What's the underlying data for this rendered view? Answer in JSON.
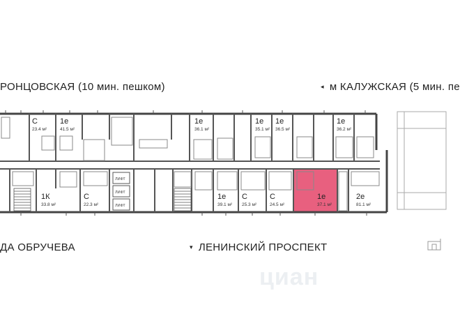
{
  "streets": {
    "top_left": "РОНЦОВСКАЯ  (10 мин. пешком)",
    "top_right": "м КАЛУЖСКАЯ (5 мин. пе",
    "bottom_left": "ДА ОБРУЧЕВА",
    "bottom_center": "ЛЕНИНСКИЙ ПРОСПЕКТ"
  },
  "icons": {
    "direction_left": "◂",
    "direction_down": "▾"
  },
  "lift_label": "ЛИФТ",
  "watermark": "циан",
  "apartments": [
    {
      "type": "С",
      "area": "23.4 м²"
    },
    {
      "type": "1е",
      "area": "41.5 м²"
    },
    {
      "type": "1е",
      "area": "36.1 м²"
    },
    {
      "type": "1е",
      "area": "35.1 м²"
    },
    {
      "type": "1е",
      "area": "36.5 м²"
    },
    {
      "type": "1е",
      "area": "36.2 м²"
    },
    {
      "type": "1К",
      "area": "33.8 м²"
    },
    {
      "type": "С",
      "area": "22.3 м²"
    },
    {
      "type": "1е",
      "area": "39.1 м²"
    },
    {
      "type": "С",
      "area": "25.3 м²"
    },
    {
      "type": "С",
      "area": "24.5 м²"
    },
    {
      "type": "1е",
      "area": "37.1 м²"
    },
    {
      "type": "2е",
      "area": "81.1 м²"
    }
  ],
  "highlight_color": "#e8607f"
}
